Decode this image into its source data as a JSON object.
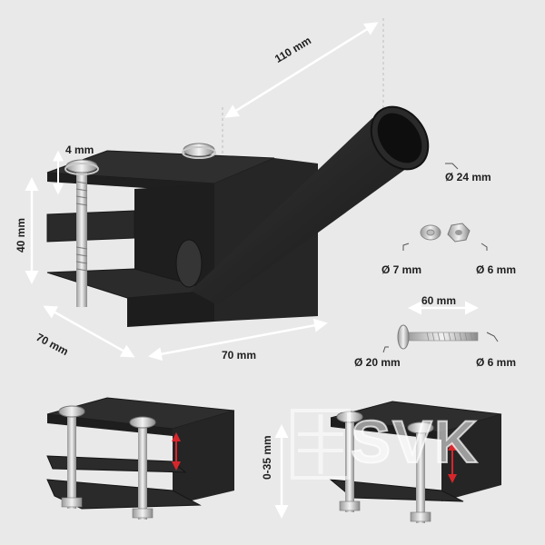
{
  "dimensions": {
    "arm_length": "110 mm",
    "plate_thickness": "4 mm",
    "height": "40 mm",
    "depth": "70 mm",
    "width": "70 mm",
    "tube_diameter": "Ø 24 mm",
    "washer_diameter": "Ø 7 mm",
    "nut_size_small": "Ø 6 mm",
    "bolt_length": "60 mm",
    "bolt_head_diameter": "Ø 20 mm",
    "bolt_thread": "Ø 6 mm",
    "clamp_range": "0-35 mm"
  },
  "watermark": "SVK",
  "colors": {
    "background": "#e9e9e9",
    "steel": "#2b2b2b",
    "arrow_red": "#d7262b",
    "dimension_line": "#ffffff"
  }
}
